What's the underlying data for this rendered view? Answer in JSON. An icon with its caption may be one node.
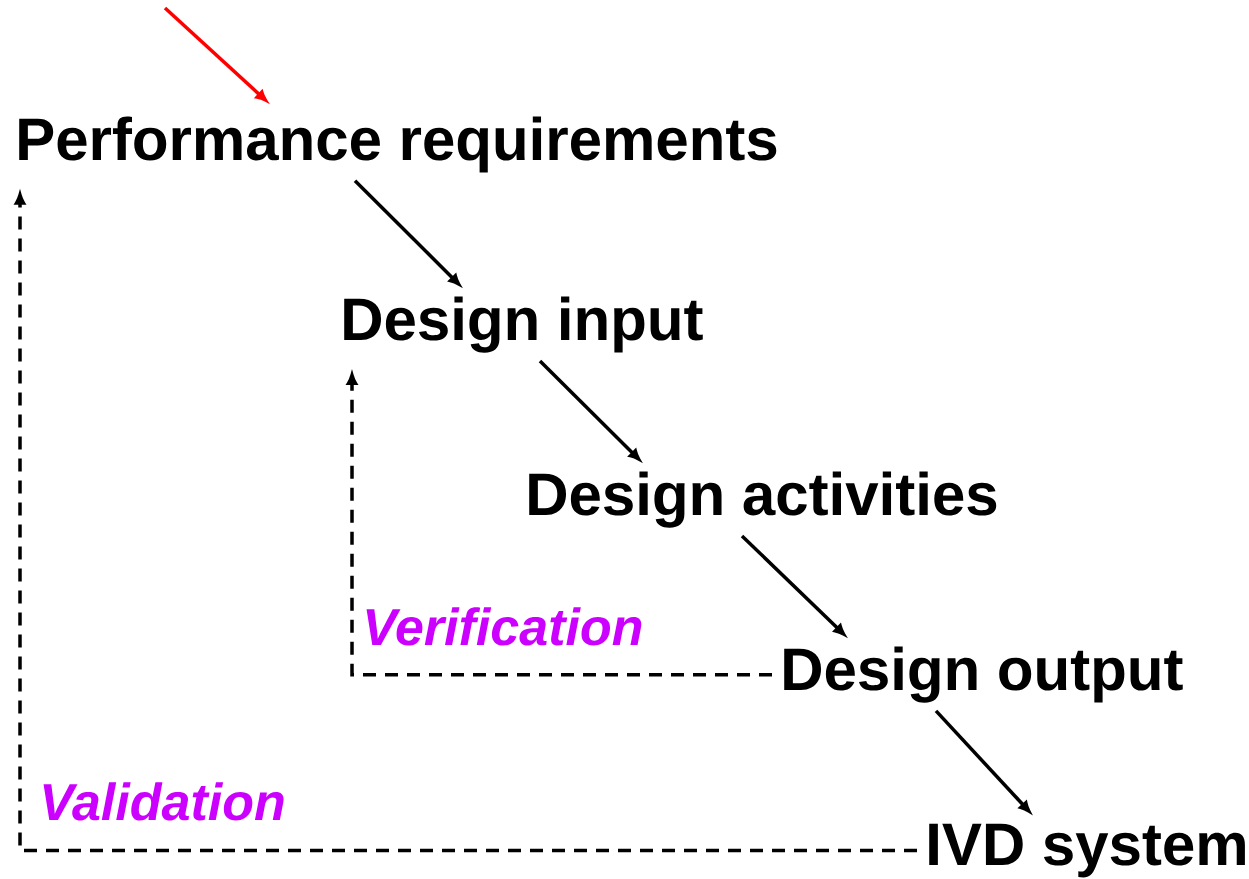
{
  "diagram": {
    "nodes": [
      {
        "text": [
          "Performance requirements"
        ]
      },
      {
        "text": [
          "Design input"
        ]
      },
      {
        "text": [
          "Design activities"
        ]
      },
      {
        "text": [
          "Design output"
        ]
      },
      {
        "text": [
          "IVD system"
        ]
      }
    ],
    "edges": [
      {
        "from": null,
        "to": 0,
        "arrow": "to",
        "color": "#ff0000"
      },
      {
        "from": 0,
        "to": 1,
        "arrow": "to"
      },
      {
        "from": 1,
        "to": 2,
        "arrow": "to"
      },
      {
        "from": 2,
        "to": 3,
        "arrow": "to"
      },
      {
        "from": 3,
        "to": 4,
        "arrow": "to"
      },
      {
        "from": 3,
        "to": 1,
        "arrow": "to",
        "style": "dashed",
        "label": "Verification"
      },
      {
        "from": 4,
        "to": 0,
        "arrow": "to",
        "style": "dashed",
        "label": "Validation"
      }
    ]
  }
}
